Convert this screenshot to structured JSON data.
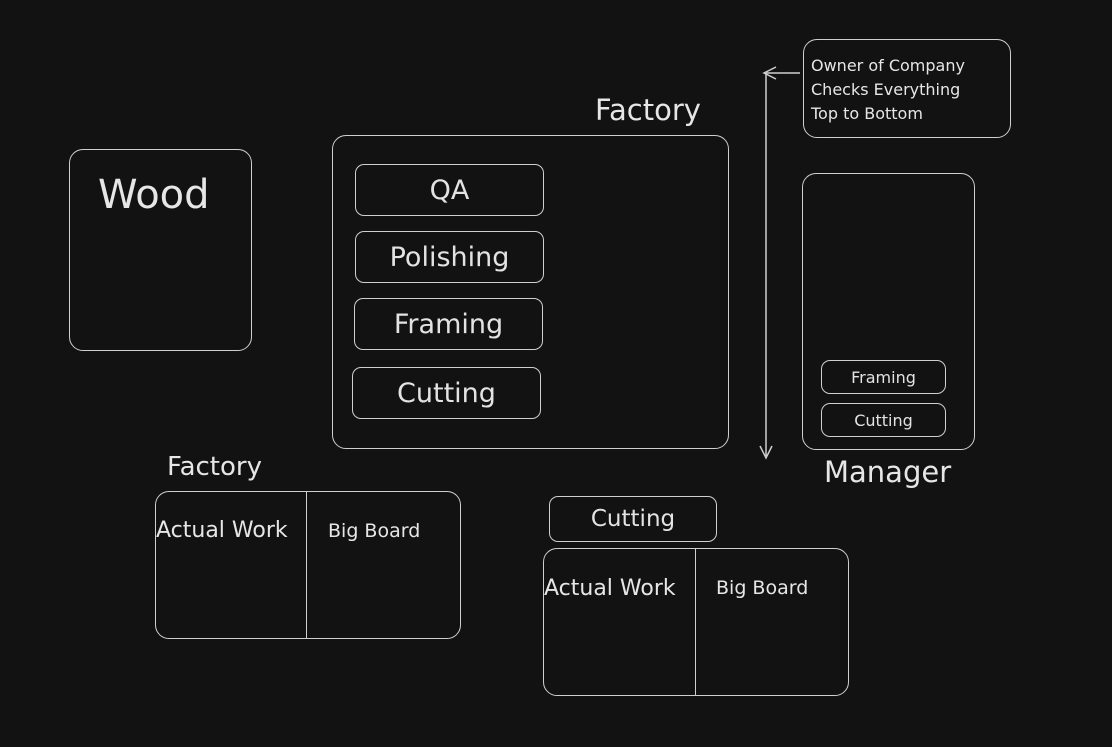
{
  "wood": {
    "label": "Wood"
  },
  "factory_main": {
    "title": "Factory",
    "stages": [
      "QA",
      "Polishing",
      "Framing",
      "Cutting"
    ]
  },
  "owner_note": {
    "lines": [
      "Owner of Company",
      "Checks Everything",
      "Top to Bottom"
    ]
  },
  "manager": {
    "title": "Manager",
    "items": [
      "Framing",
      "Cutting"
    ]
  },
  "factory_board": {
    "title": "Factory",
    "left": "Actual Work",
    "right": "Big Board"
  },
  "cutting_board": {
    "title": "Cutting",
    "left": "Actual Work",
    "right": "Big Board"
  }
}
